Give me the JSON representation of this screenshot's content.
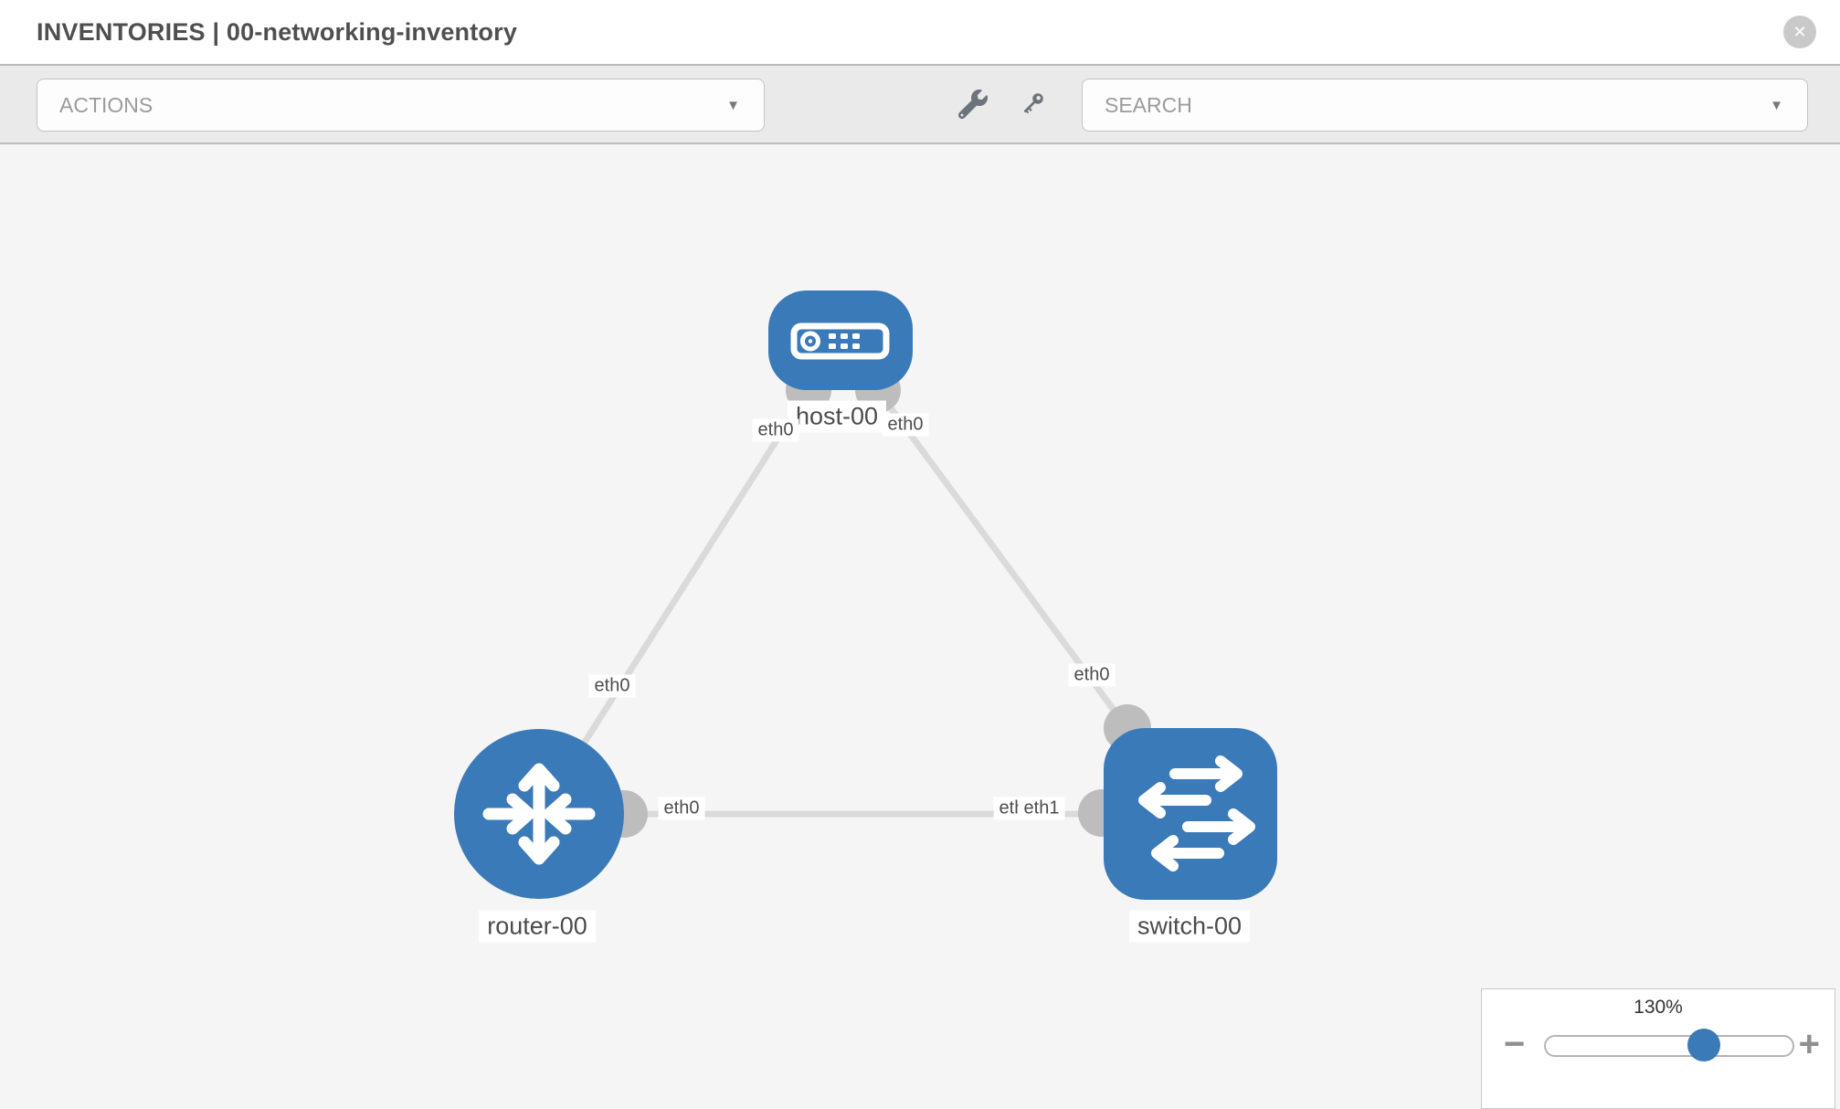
{
  "header": {
    "title": "INVENTORIES | 00-networking-inventory",
    "close_glyph": "✕"
  },
  "toolbar": {
    "actions_label": "ACTIONS",
    "search_placeholder": "SEARCH",
    "caret_glyph": "▼",
    "icons": [
      "wrench-icon",
      "key-icon"
    ]
  },
  "topology": {
    "nodes": [
      {
        "label": "host-00",
        "type": "host"
      },
      {
        "label": "router-00",
        "type": "router"
      },
      {
        "label": "switch-00",
        "type": "switch"
      }
    ],
    "links": [
      {
        "from": "host-00",
        "from_interface": "eth0",
        "to": "router-00",
        "to_interface": "eth0"
      },
      {
        "from": "host-00",
        "from_interface": "eth0",
        "to": "switch-00",
        "to_interface": "eth0"
      },
      {
        "from": "router-00",
        "from_interface": "eth0",
        "to": "switch-00",
        "to_interface": "eth1"
      }
    ],
    "interface_labels": [
      {
        "text": "eth0",
        "at": "host-00 bottom left"
      },
      {
        "text": "eth0",
        "at": "host-00 bottom right"
      },
      {
        "text": "eth0",
        "at": "host-router link"
      },
      {
        "text": "eth0",
        "at": "host-switch link"
      },
      {
        "text": "eth0",
        "at": "router-switch link, router end"
      },
      {
        "text": "eth0",
        "at": "router-switch link, switch end, underneath"
      },
      {
        "text": "eth1",
        "at": "router-switch link, switch end, on top"
      }
    ]
  },
  "zoom_control": {
    "level": "130%",
    "minus_glyph": "−",
    "plus_glyph": "+"
  },
  "colors": {
    "node_blue": "#3a7ab8",
    "link_gray": "#dadada",
    "port_gray": "#bdbdbd",
    "canvas_bg": "#f5f5f5",
    "toolbar_bg": "#eaeaea",
    "slider_knob_blue": "#3a7ab8"
  }
}
